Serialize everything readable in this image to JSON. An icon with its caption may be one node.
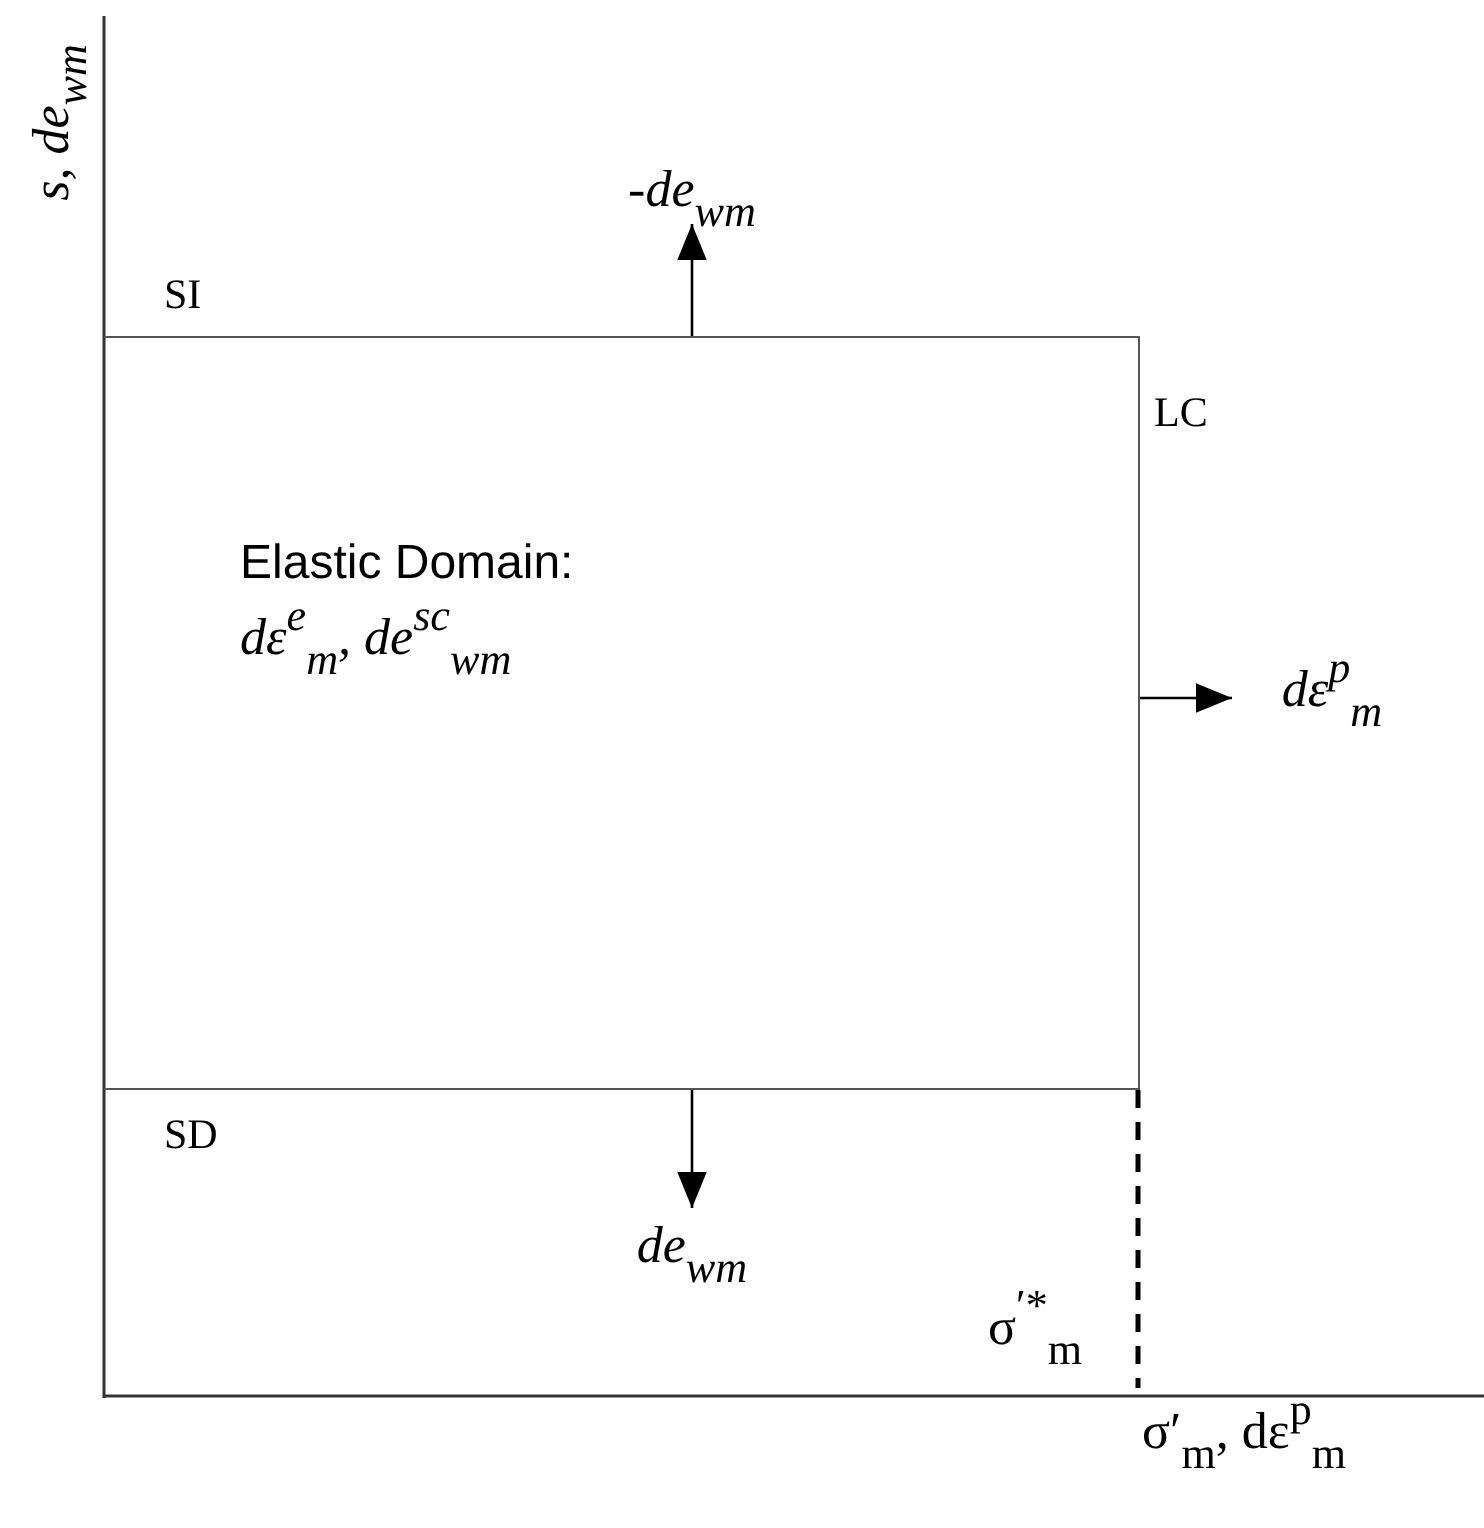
{
  "diagram": {
    "nodes": [
      {
        "text": [
          "Elastic Domain:",
          "dε$^{e}$$_{m}$, de$^{sc}$$_{wm}$"
        ]
      },
      {
        "text": [
          "-de$_{wm}$"
        ]
      },
      {
        "text": [
          "dε$^{p}$$_{m}$"
        ]
      },
      {
        "text": [
          "de$_{wm}$"
        ]
      }
    ],
    "edges": [
      {
        "from": 0,
        "to": 1,
        "arrow": "to"
      },
      {
        "from": 0,
        "to": 2,
        "arrow": "to"
      },
      {
        "from": 0,
        "to": 3,
        "arrow": "to"
      }
    ],
    "labels": [
      "s, de$_{wm}$",
      "SI",
      "LC",
      "SD",
      "σ$^{′*}$$_{m}$",
      "σ′$_{m}$, dε$^{p}$$_{m}$"
    ]
  }
}
